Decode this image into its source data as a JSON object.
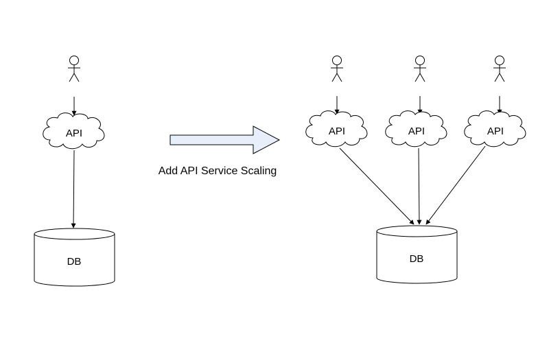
{
  "before": {
    "api_label": "API",
    "db_label": "DB"
  },
  "transition": {
    "caption": "Add API Service Scaling",
    "arrow_fill": "#e8effa"
  },
  "after": {
    "api_labels": [
      "API",
      "API",
      "API"
    ],
    "db_label": "DB"
  },
  "icons": {
    "user": "stick-figure",
    "service": "cloud",
    "database": "cylinder"
  }
}
